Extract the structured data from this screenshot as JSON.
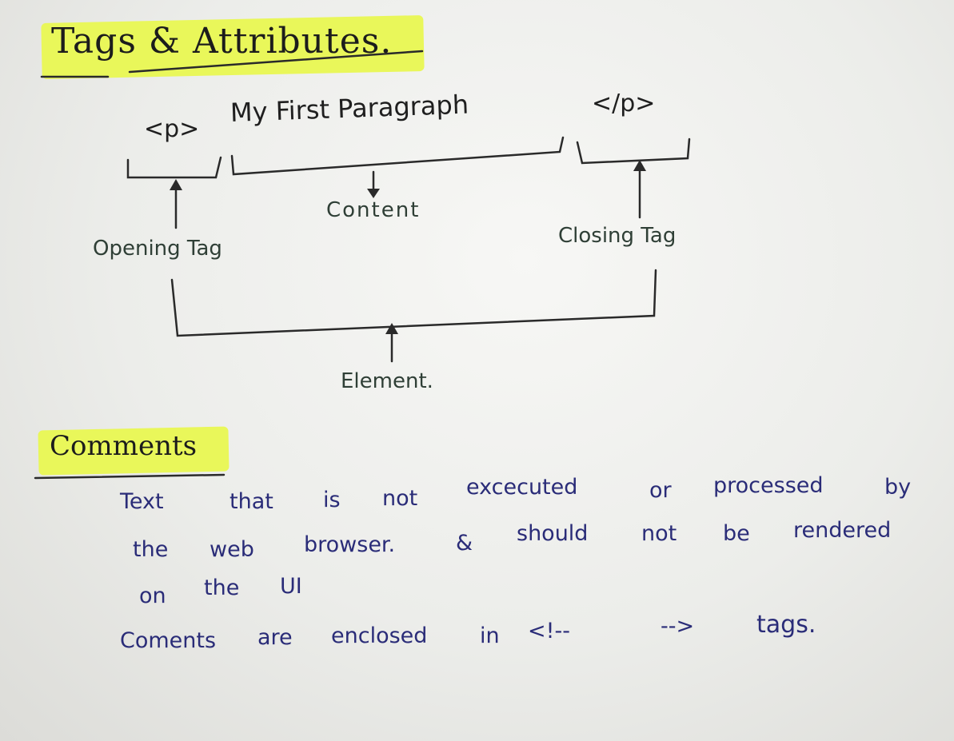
{
  "heading1": "Tags & Attributes.",
  "code_line": {
    "open": "<p>",
    "content": "My First Paragraph",
    "close": "</p>"
  },
  "labels": {
    "content": "Content",
    "opening": "Opening Tag",
    "closing": "Closing Tag",
    "element": "Element."
  },
  "heading2": "Comments",
  "comments": {
    "line1": [
      "Text",
      "that",
      "is",
      "not",
      "excecuted",
      "or",
      "processed",
      "by"
    ],
    "line2": [
      "the",
      "web",
      "browser.",
      "&",
      "should",
      "not",
      "be",
      "rendered"
    ],
    "line3": [
      "on",
      "the",
      "UI"
    ],
    "line4": [
      "Coments",
      "are",
      "enclosed",
      "in",
      "<!--",
      "-->",
      "tags."
    ]
  },
  "colors": {
    "highlight": "#e9f75a",
    "black_ink": "#1f1f1f",
    "blue_ink": "#2a2c78"
  }
}
